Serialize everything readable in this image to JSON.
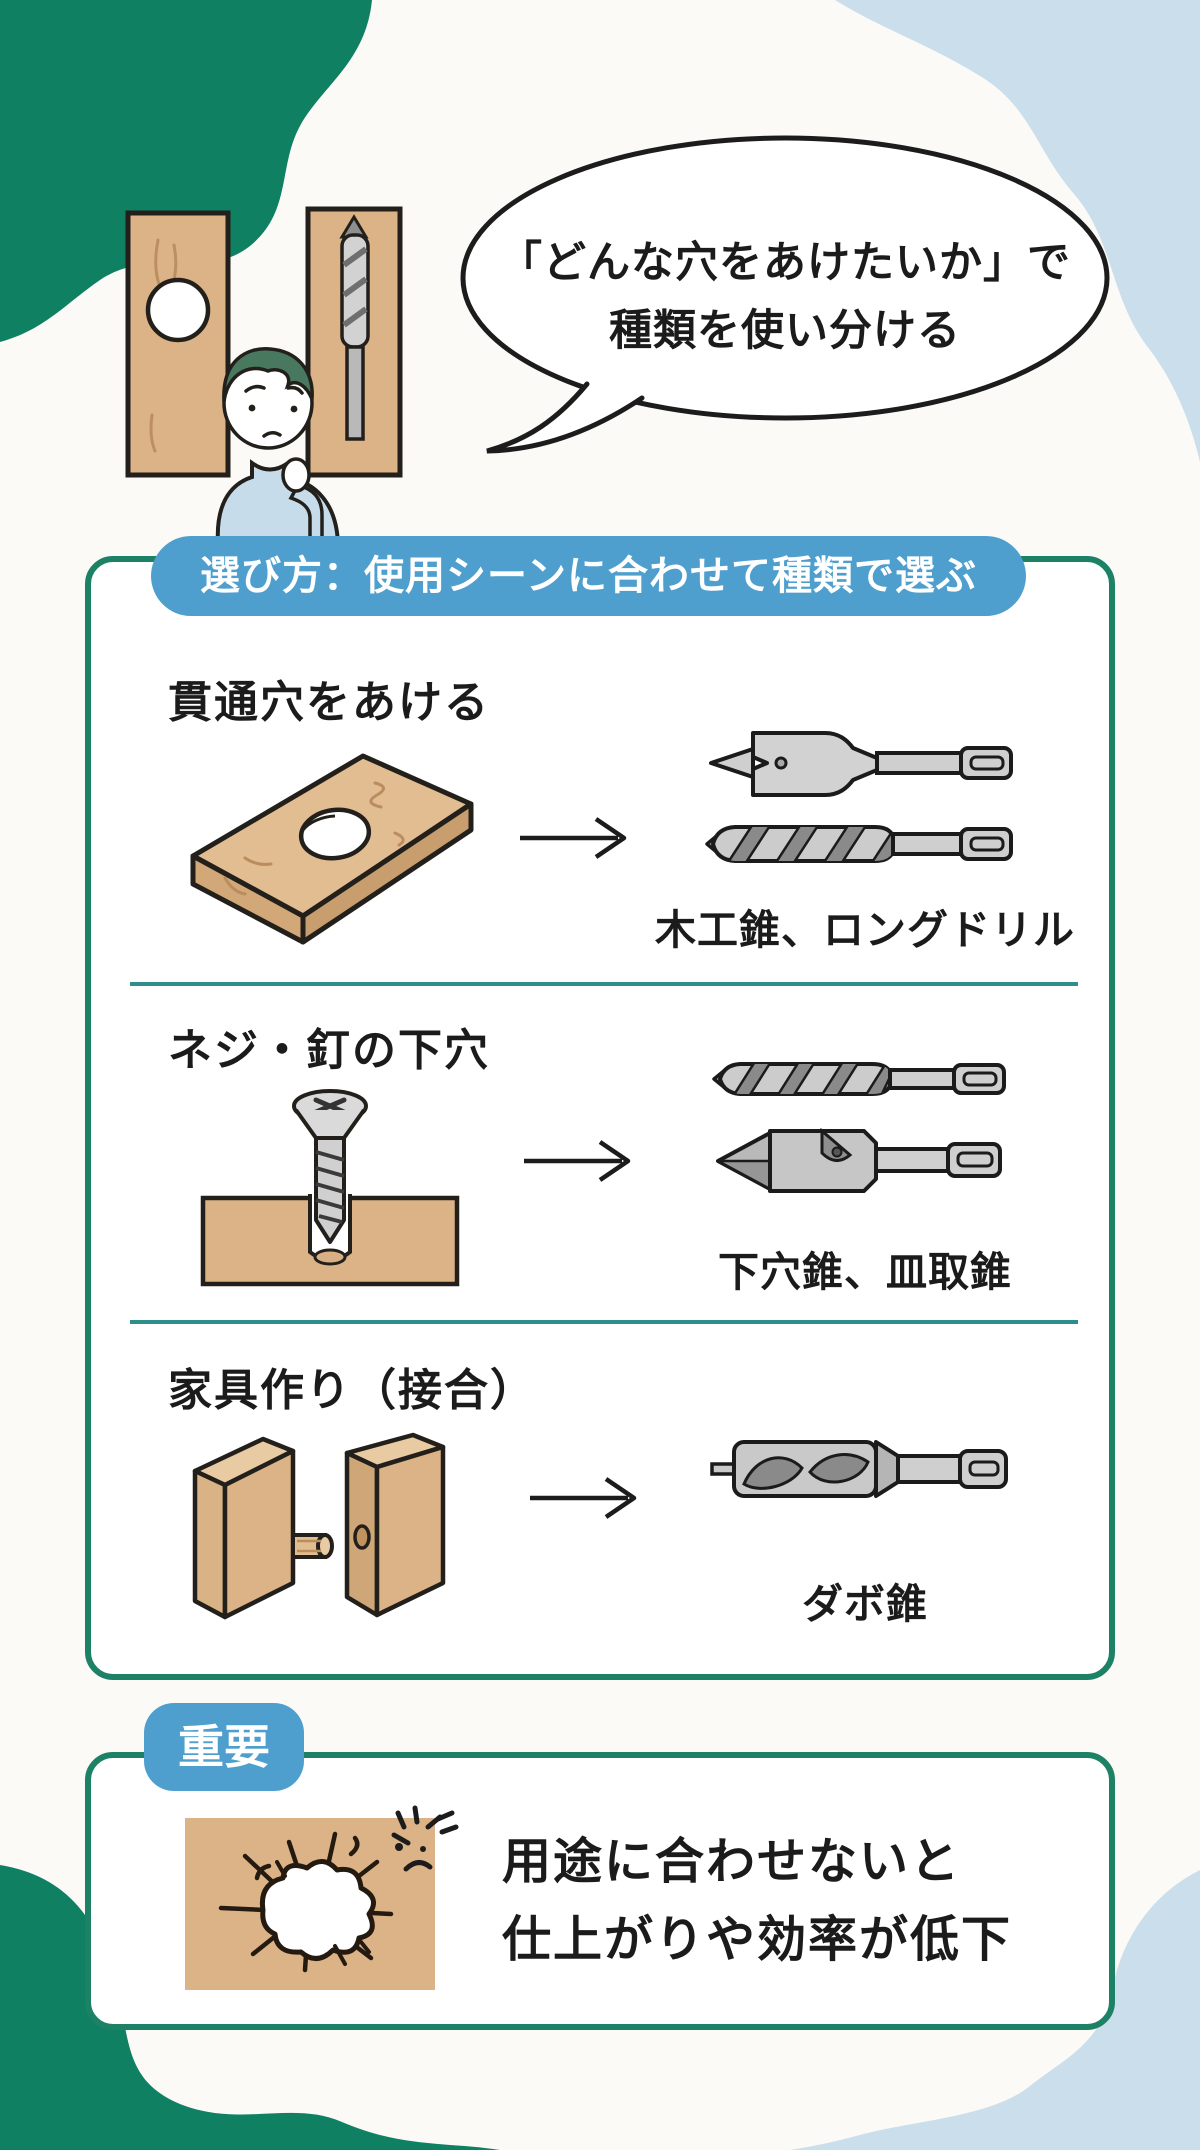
{
  "intro": {
    "speech_bubble": {
      "line1": "「どんな穴をあけたいか」で",
      "line2": "種類を使い分ける"
    }
  },
  "selection_box": {
    "badge_label": "選び方：使用シーンに合わせて種類で選ぶ",
    "rows": [
      {
        "title": "貫通穴をあける",
        "result": "木工錐、ロングドリル",
        "scene_illustration": "wood-plank-with-through-hole",
        "bits": [
          "spade-bit",
          "long-twist-drill"
        ]
      },
      {
        "title": "ネジ・釘の下穴",
        "result": "下穴錐、皿取錐",
        "scene_illustration": "screw-into-pilot-hole",
        "bits": [
          "pilot-drill",
          "countersink-bit"
        ]
      },
      {
        "title": "家具作り（接合）",
        "result": "ダボ錐",
        "scene_illustration": "dowel-joint-boards",
        "bits": [
          "dowel-bit"
        ]
      }
    ]
  },
  "important_box": {
    "badge_label": "重要",
    "text_line1": "用途に合わせないと",
    "text_line2": "仕上がりや効率が低下"
  },
  "colors": {
    "corner_green": "#0f8162",
    "corner_light_blue": "#cadeec",
    "frame_green": "#1d8166",
    "badge_blue": "#4f9fce",
    "divider_teal": "#2e8e8a",
    "wood_tan": "#dcb287",
    "bit_gray": "#cccccc",
    "text_black": "#1b1b1b"
  }
}
